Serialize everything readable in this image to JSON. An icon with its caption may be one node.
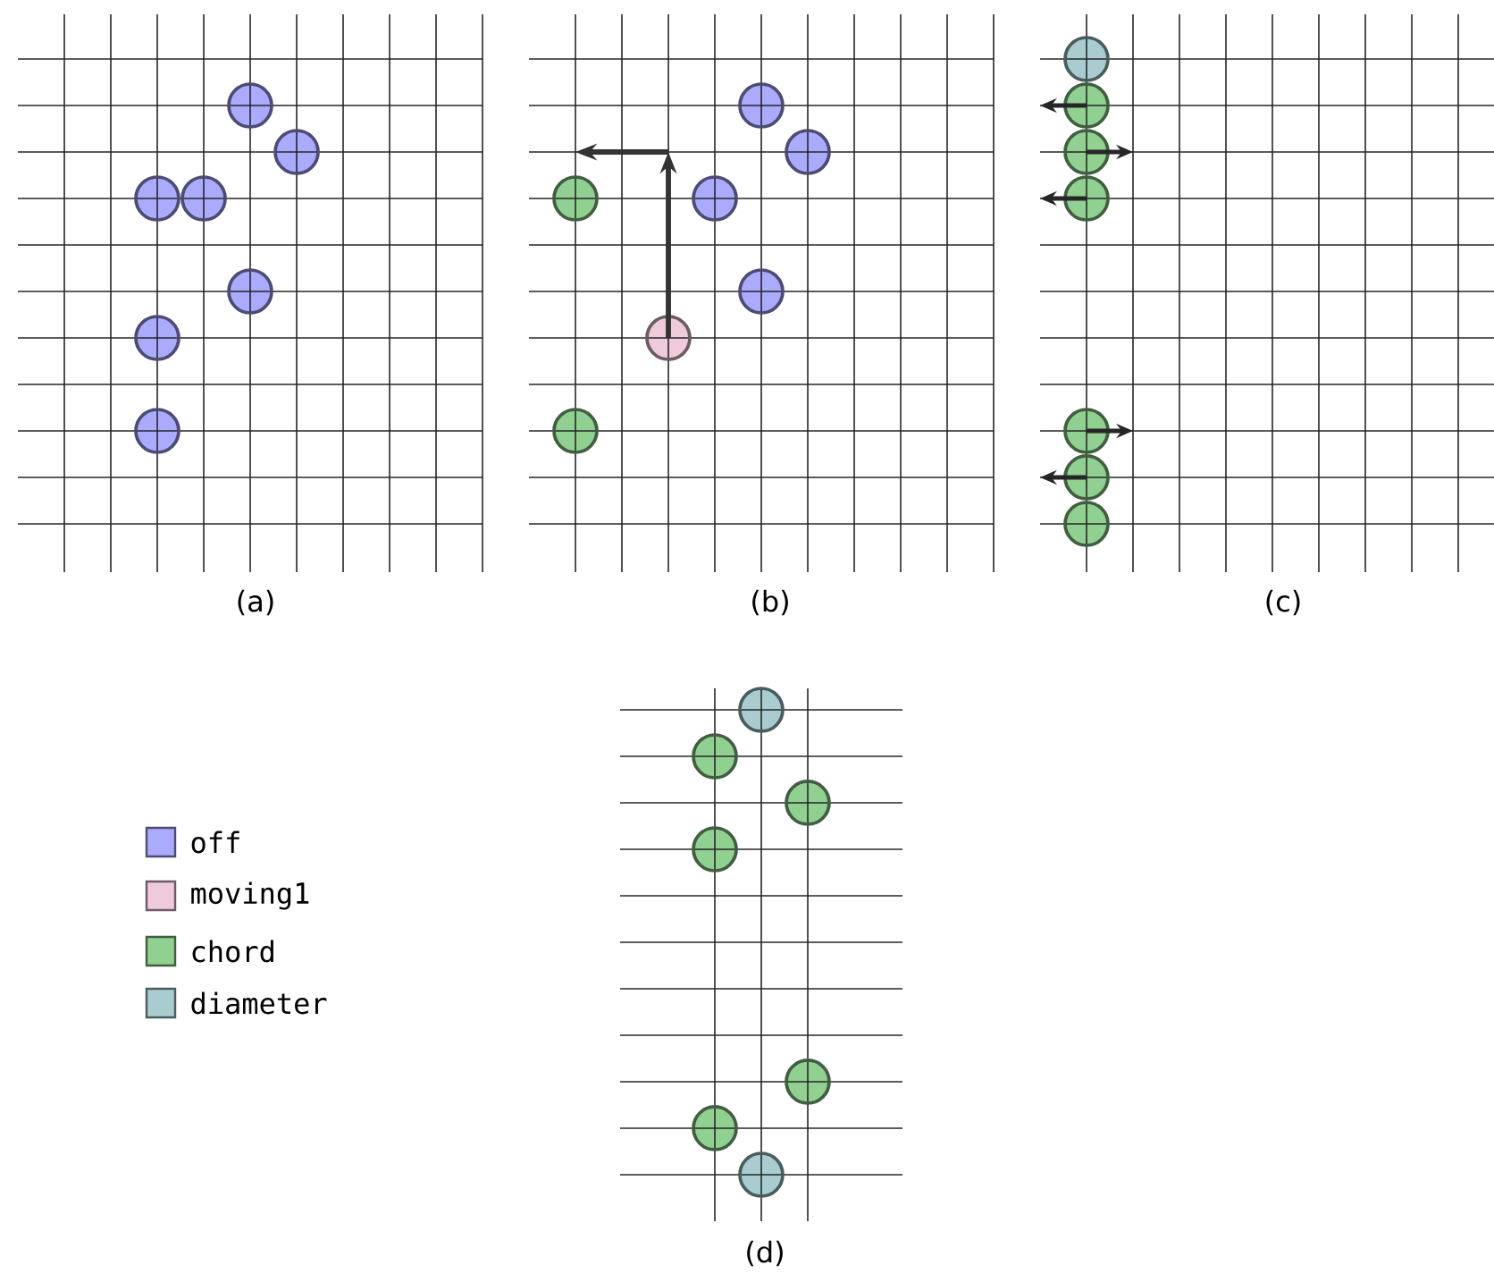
{
  "diagram": {
    "labels": [
      "(a)",
      "(b)",
      "(c)",
      "(d)"
    ],
    "legend": [
      {
        "text": "off",
        "color": "#aaaaff"
      },
      {
        "text": "moving1",
        "color": "#eecadb"
      },
      {
        "text": "chord",
        "color": "#90d090"
      },
      {
        "text": "diameter",
        "color": "#a8ccd0"
      }
    ]
  }
}
